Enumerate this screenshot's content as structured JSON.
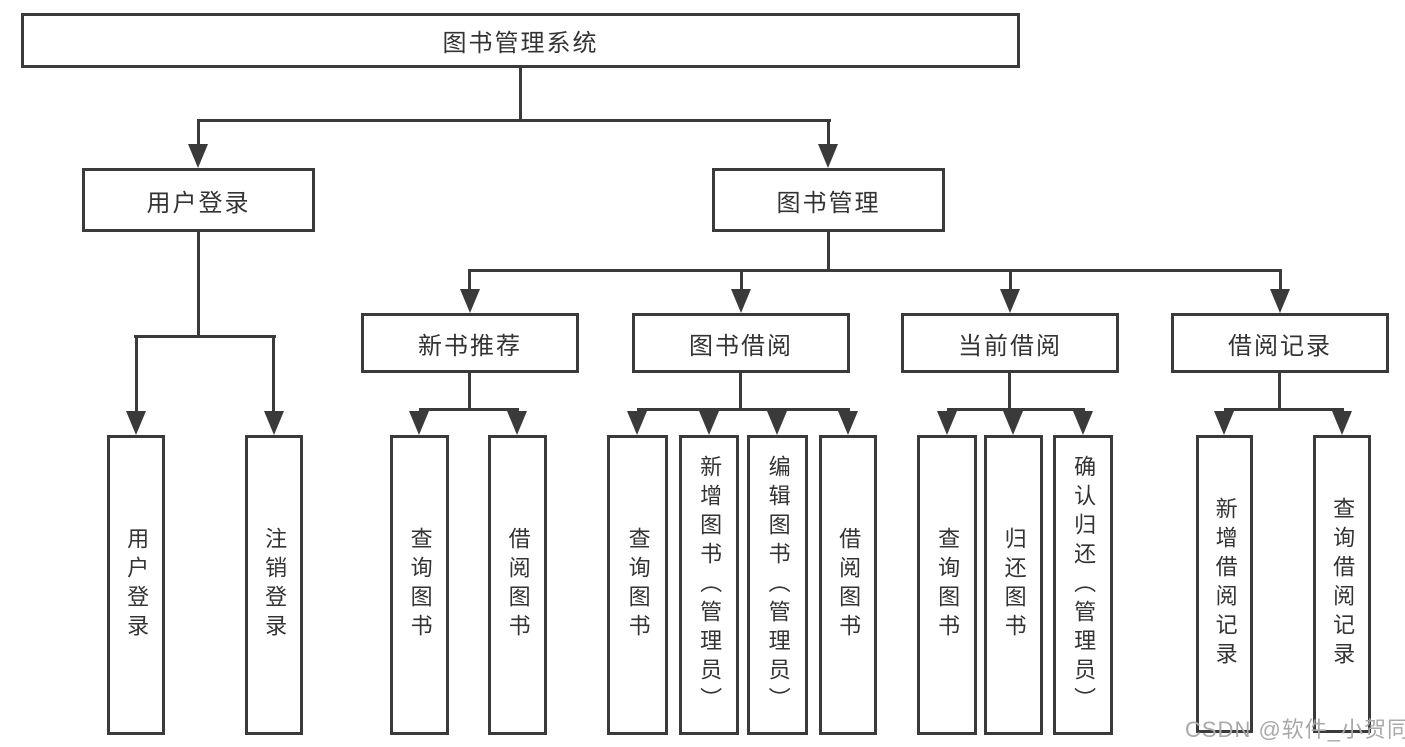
{
  "colors": {
    "line": "#3a3a3a",
    "box_border": "#3a3a3a",
    "box_background": "#ffffff",
    "text": "#333333",
    "watermark": "#a9a9a9"
  },
  "watermark": "CSDN @软件_小贺同学",
  "tree": {
    "root": {
      "label": "图书管理系统"
    },
    "branches": [
      {
        "label": "用户登录",
        "children": [
          "用户登录",
          "注销登录"
        ]
      },
      {
        "label": "图书管理",
        "groups": [
          {
            "label": "新书推荐",
            "children": [
              "查询图书",
              "借阅图书"
            ]
          },
          {
            "label": "图书借阅",
            "children": [
              "查询图书",
              "新增图书（管理员）",
              "编辑图书（管理员）",
              "借阅图书"
            ]
          },
          {
            "label": "当前借阅",
            "children": [
              "查询图书",
              "归还图书",
              "确认归还（管理员）"
            ]
          },
          {
            "label": "借阅记录",
            "children": [
              "新增借阅记录",
              "查询借阅记录"
            ]
          }
        ]
      }
    ]
  }
}
